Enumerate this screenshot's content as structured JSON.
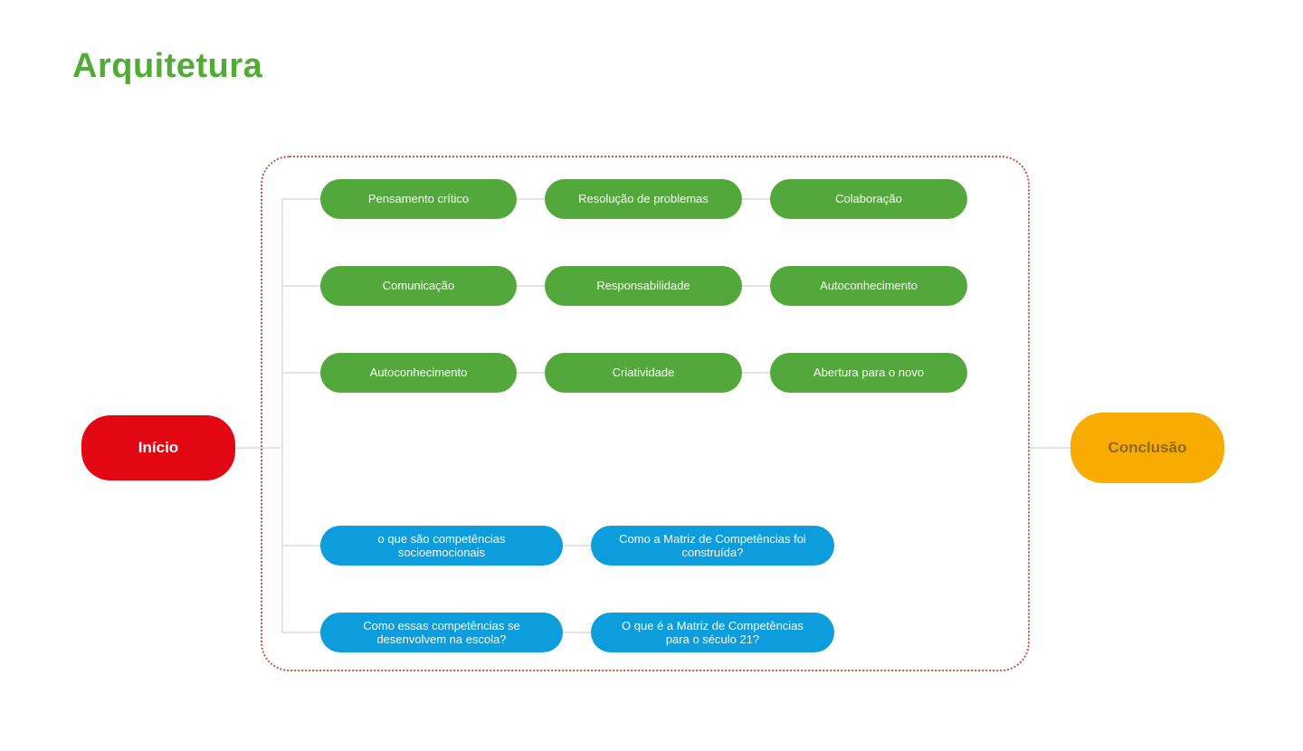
{
  "page": {
    "title": "Arquitetura"
  },
  "colors": {
    "title_green": "#4fad33",
    "pill_green": "#52a83a",
    "pill_blue": "#0d9ddd",
    "start_red": "#e30613",
    "end_orange": "#f8ab00",
    "end_text_brown": "#8c6a1d",
    "connector_gray": "#e4e4e4",
    "dotted_border_red": "#c0564a"
  },
  "flow": {
    "start": {
      "label": "Início"
    },
    "end": {
      "label": "Conclusão"
    },
    "rows": [
      {
        "type": "green",
        "items": [
          "Pensamento crítico",
          "Resolução de problemas",
          "Colaboração"
        ]
      },
      {
        "type": "green",
        "items": [
          "Comunicação",
          "Responsabilidade",
          "Autoconhecimento"
        ]
      },
      {
        "type": "green",
        "items": [
          "Autoconhecimento",
          "Criatividade",
          "Abertura para o novo"
        ]
      },
      {
        "type": "blue",
        "items": [
          "o que são competências socioemocionais",
          "Como a Matriz de Competências foi construída?"
        ]
      },
      {
        "type": "blue",
        "items": [
          "Como essas competências se desenvolvem na escola?",
          "O que é a Matriz de Competências para o século 21?"
        ]
      }
    ]
  }
}
